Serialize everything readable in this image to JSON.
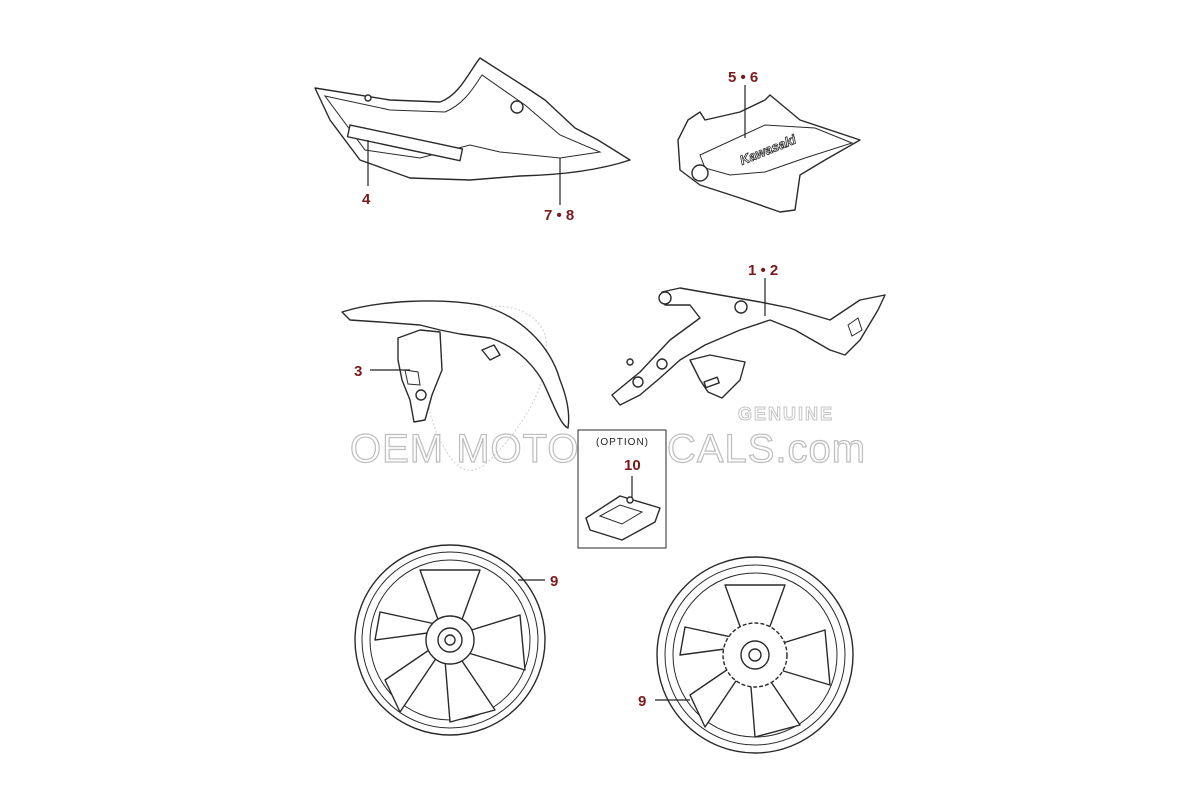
{
  "callouts": {
    "c4": "4",
    "c56": "5 • 6",
    "c78": "7 • 8",
    "c12": "1 • 2",
    "c3": "3",
    "c10": "10",
    "c9a": "9",
    "c9b": "9"
  },
  "option_box": {
    "label": "(OPTION)"
  },
  "decal_logo": "Kawasaki",
  "watermark": {
    "badge": "GENUINE",
    "site": "OEM MOTORDECALS.com"
  },
  "colors": {
    "callout": "#7a1a1a",
    "line": "#2a2a2a",
    "watermark": "#bdbdbd"
  }
}
